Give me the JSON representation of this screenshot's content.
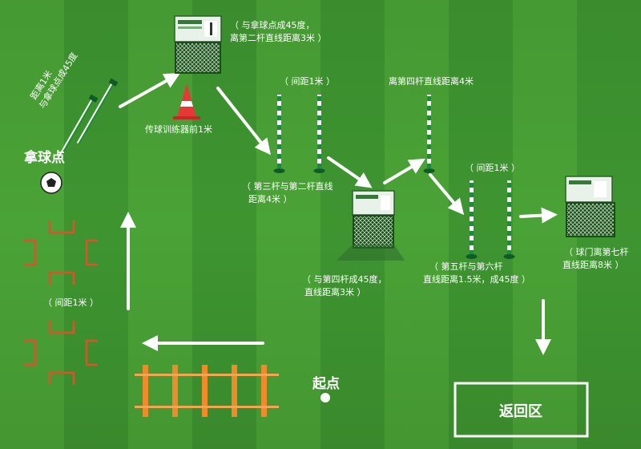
{
  "labels": {
    "pickup_point": "拿球点",
    "start_point": "起点",
    "return_zone": "返回区",
    "cone_note": "传球训练器前1米",
    "poles_1_2_note_l1": "距离1米",
    "poles_1_2_note_l2": "与拿球点成45度",
    "trainer1_note_l1": "（ 与拿球点成45度，",
    "trainer1_note_l2": "离第二杆直线距离3米 ）",
    "gap_1m_a": "（ 间距1米 ）",
    "pole4_note": "离第四杆直线距离4米",
    "gap_1m_b": "（ 间距1米 ）",
    "pole3_note_l1": "（ 第三杆与第二杆直线",
    "pole3_note_l2": "距离4米 ）",
    "goal_note_l1": "（ 球门离第七杆",
    "goal_note_l2": "直线距离8米 ）",
    "trainer2_note_l1": "（ 与第四杆成45度，",
    "trainer2_note_l2": "直线距离3米 ）",
    "pole56_note_l1": "（ 第五杆与第六杆",
    "pole56_note_l2": "直线距离1.5米，成45度 ）",
    "gap_1m_c": "（ 间距1米 ）"
  },
  "colors": {
    "grass_light": "#4aa336",
    "grass_dark": "#3e9530",
    "pole_green": "#1f8a3a",
    "hurdle_orange": "#f08a2a",
    "marker_red": "#e0502a",
    "arrow": "#ffffff"
  }
}
